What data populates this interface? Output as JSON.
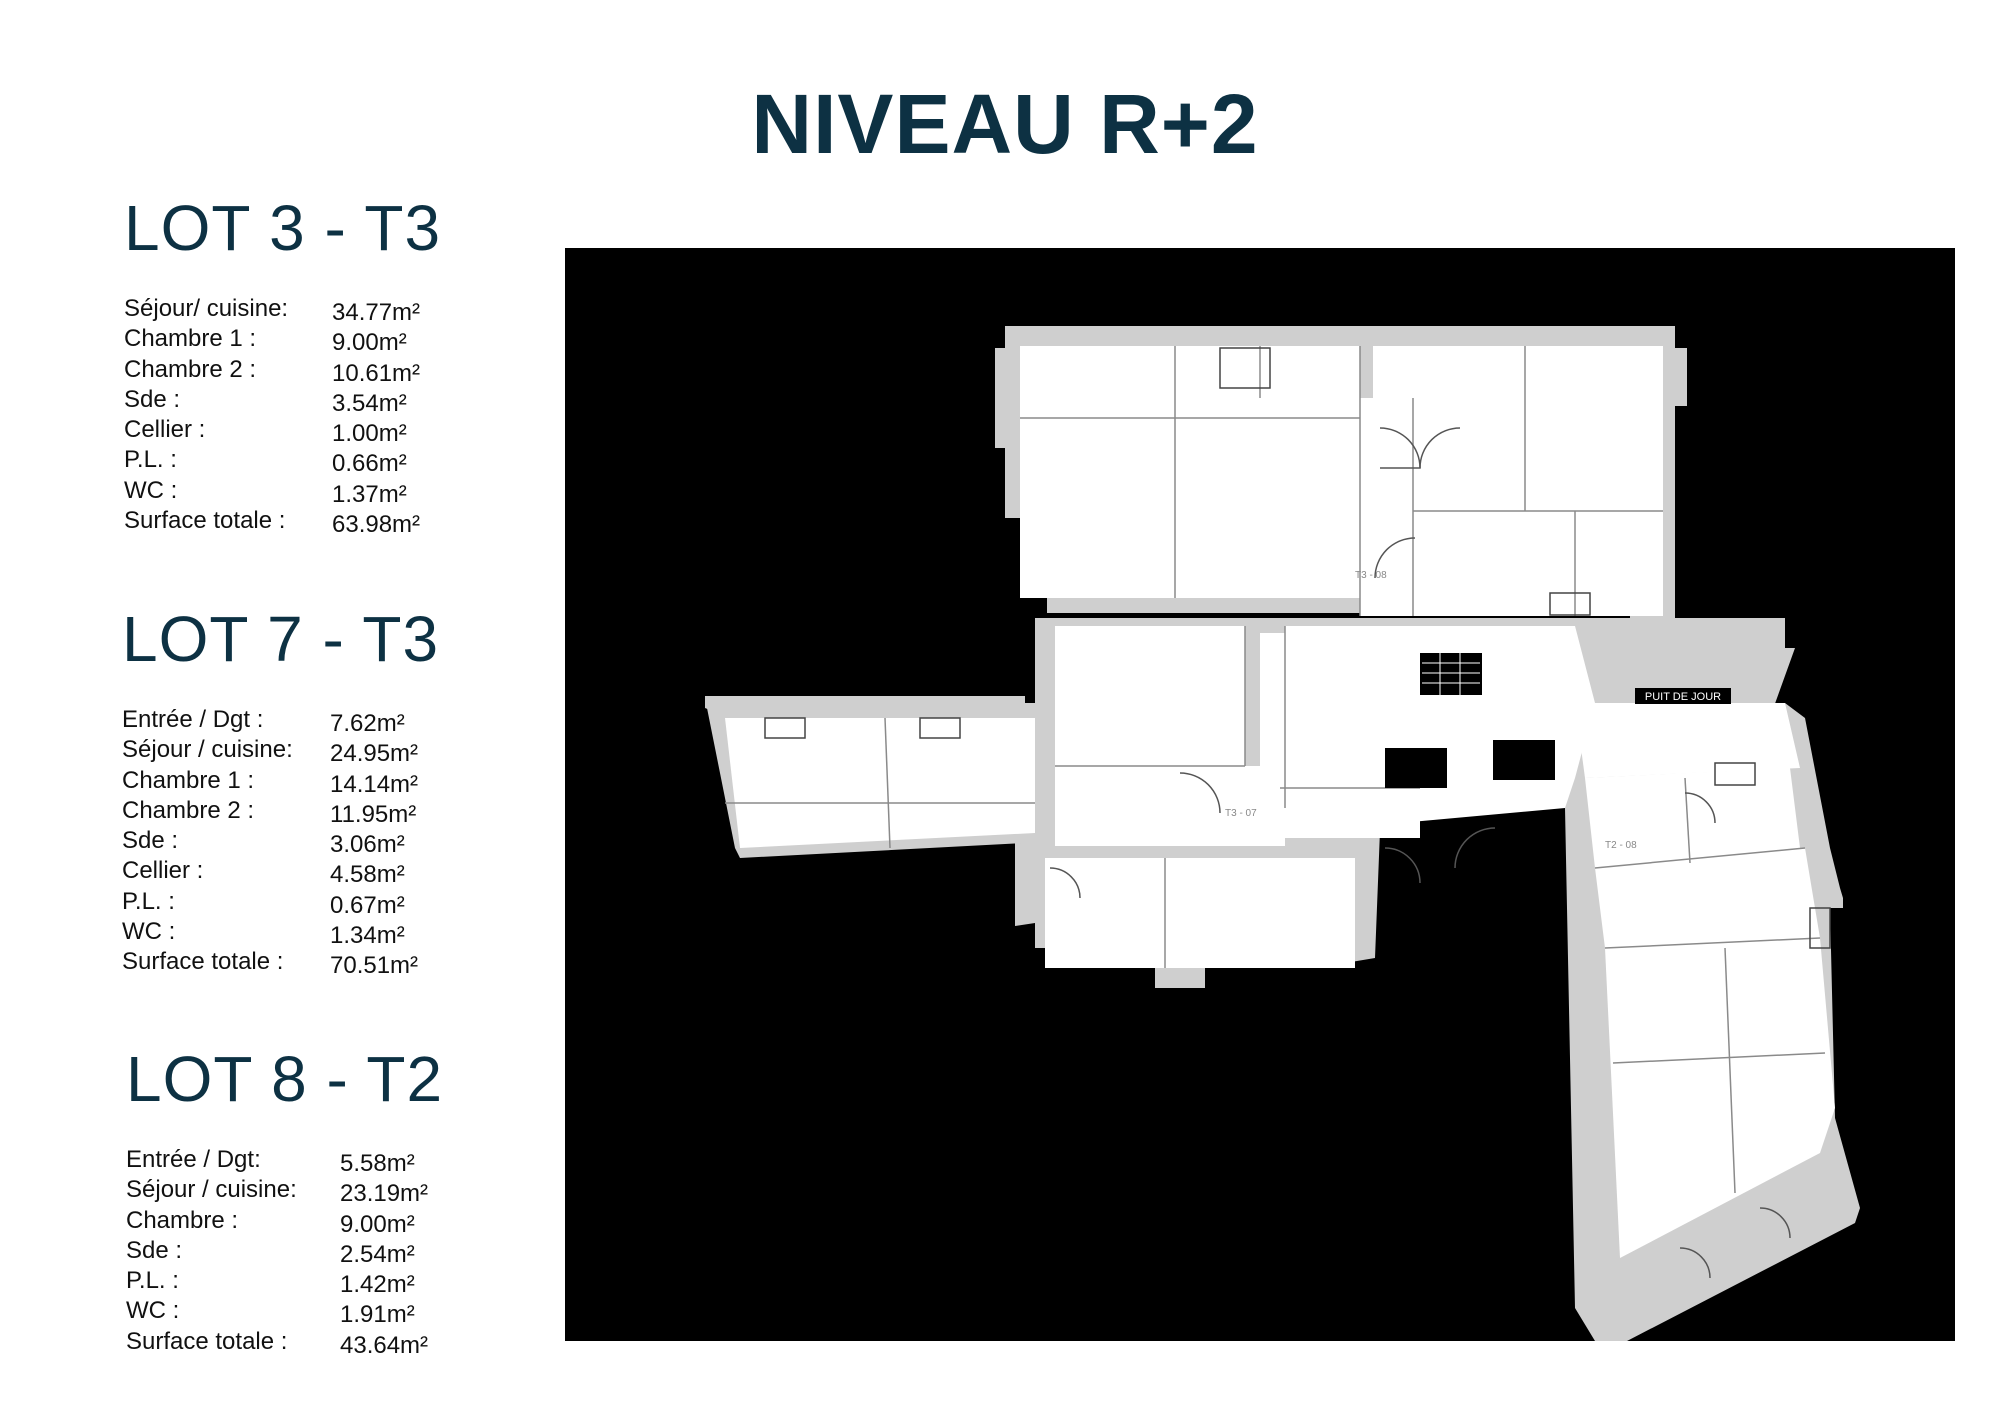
{
  "page": {
    "title": "NIVEAU R+2"
  },
  "lots": [
    {
      "title": "LOT 3 - T3",
      "rows": [
        {
          "label": "Séjour/ cuisine:",
          "value": "34.77m²"
        },
        {
          "label": "Chambre 1 :",
          "value": "9.00m²"
        },
        {
          "label": "Chambre 2 :",
          "value": "10.61m²"
        },
        {
          "label": "Sde :",
          "value": "3.54m²"
        },
        {
          "label": "Cellier :",
          "value": "1.00m²"
        },
        {
          "label": "P.L. :",
          "value": "0.66m²"
        },
        {
          "label": "WC :",
          "value": "1.37m²"
        },
        {
          "label": "Surface totale :",
          "value": "63.98m²"
        }
      ]
    },
    {
      "title": "LOT 7 - T3",
      "rows": [
        {
          "label": "Entrée / Dgt :",
          "value": "7.62m²"
        },
        {
          "label": "Séjour / cuisine:",
          "value": "24.95m²"
        },
        {
          "label": "Chambre 1 :",
          "value": "14.14m²"
        },
        {
          "label": "Chambre 2 :",
          "value": "11.95m²"
        },
        {
          "label": "Sde :",
          "value": "3.06m²"
        },
        {
          "label": "Cellier :",
          "value": "4.58m²"
        },
        {
          "label": "P.L. :",
          "value": "0.67m²"
        },
        {
          "label": "WC :",
          "value": "1.34m²"
        },
        {
          "label": "Surface totale :",
          "value": "70.51m²"
        }
      ]
    },
    {
      "title": "LOT 8 - T2",
      "rows": [
        {
          "label": "Entrée / Dgt:",
          "value": "5.58m²"
        },
        {
          "label": "Séjour / cuisine:",
          "value": "23.19m²"
        },
        {
          "label": "Chambre :",
          "value": "9.00m²"
        },
        {
          "label": "Sde :",
          "value": "2.54m²"
        },
        {
          "label": "P.L. :",
          "value": "1.42m²"
        },
        {
          "label": "WC :",
          "value": "1.91m²"
        },
        {
          "label": "Surface totale :",
          "value": "43.64m²"
        }
      ]
    }
  ],
  "plan": {
    "light_label": "PUIT DE JOUR",
    "unit_labels": [
      "T3 - 08",
      "T3 - 07",
      "T2 - 08"
    ],
    "colors": {
      "background": "#000000",
      "walls": "#cfcfcf",
      "floor": "#ffffff",
      "lines": "#8a8a8a",
      "title": "#0d3143"
    }
  }
}
